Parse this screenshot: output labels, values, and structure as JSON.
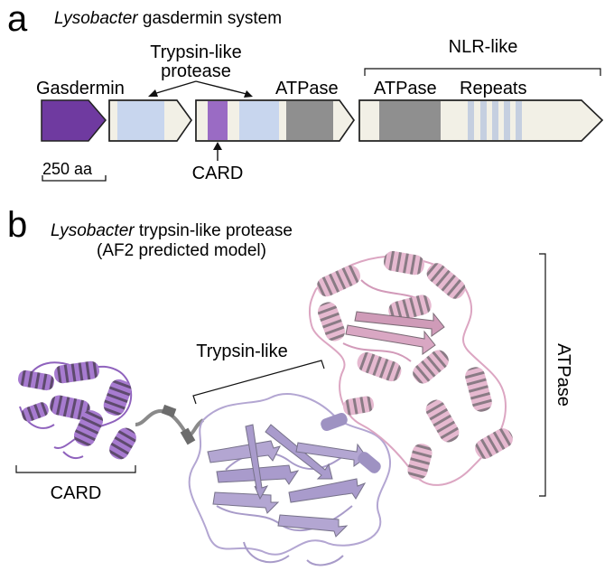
{
  "panel_a": {
    "letter": "a",
    "title_italic": "Lysobacter",
    "title_rest": " gasdermin system",
    "labels": {
      "gasdermin": "Gasdermin",
      "trypsin_line1": "Trypsin-like",
      "trypsin_line2": "protease",
      "atpase_mid": "ATPase",
      "nlr_like": "NLR-like",
      "atpase_nlr": "ATPase",
      "repeats": "Repeats",
      "card": "CARD",
      "scale_bar": "250 aa"
    },
    "colors": {
      "gasdermin": "#6f3aa0",
      "protease_domain": "#c8d6ee",
      "card_domain": "#9a6bc4",
      "atpase_domain": "#8f8f8f",
      "repeat_stripe": "#c5cfe0",
      "gene_fill": "#f2f0e6"
    }
  },
  "panel_b": {
    "letter": "b",
    "title_italic": "Lysobacter",
    "title_rest": " trypsin-like protease",
    "subtitle": "(AF2 predicted model)",
    "labels": {
      "trypsin_like": "Trypsin-like",
      "card": "CARD",
      "atpase": "ATPase"
    },
    "colors": {
      "card": "#9b6cc8",
      "trypsin": "#b3a6d2",
      "atpase": "#e3b2cc",
      "linker": "#9a9a9a",
      "sheet_dark": "#77728a"
    }
  }
}
